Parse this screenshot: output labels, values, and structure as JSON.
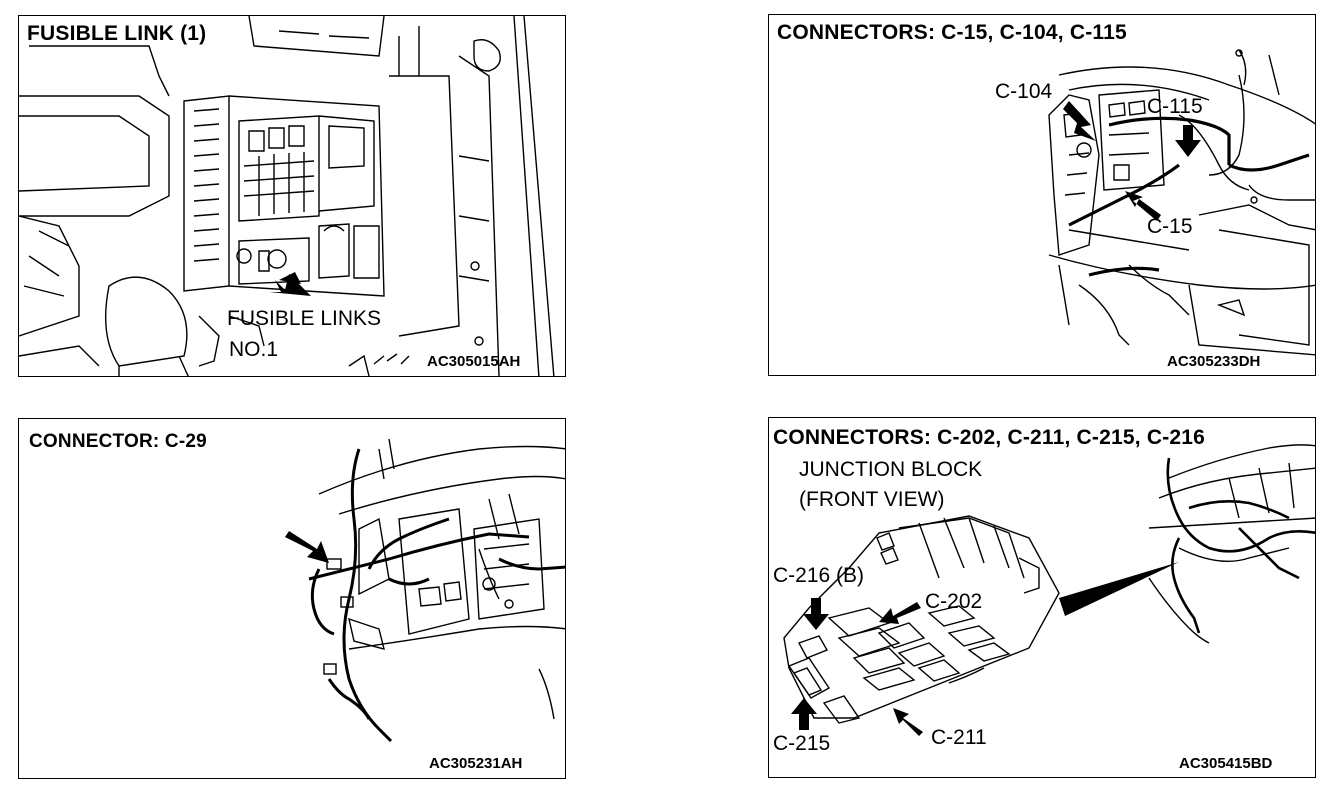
{
  "panels": [
    {
      "title": "FUSIBLE LINK (1)",
      "code": "AC305015AH",
      "labels": {
        "line1": "FUSIBLE LINKS",
        "line2": "NO.1"
      }
    },
    {
      "title": "CONNECTORS: C-15, C-104, C-115",
      "code": "AC305233DH",
      "labels": {
        "c104": "C-104",
        "c115": "C-115",
        "c15": "C-15"
      }
    },
    {
      "title": "CONNECTOR: C-29",
      "code": "AC305231AH"
    },
    {
      "title": "CONNECTORS: C-202, C-211, C-215, C-216",
      "code": "AC305415BD",
      "labels": {
        "junction1": "JUNCTION BLOCK",
        "junction2": "(FRONT VIEW)",
        "c216": "C-216 (B)",
        "c202": "C-202",
        "c215": "C-215",
        "c211": "C-211"
      }
    }
  ]
}
